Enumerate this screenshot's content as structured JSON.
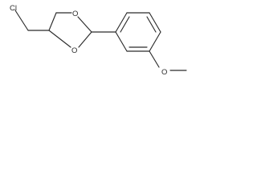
{
  "molecule": {
    "atoms": {
      "chlorine": "Cl",
      "ring_oxygen_top": "O",
      "ring_oxygen_bottom": "O",
      "methoxy_oxygen": "O"
    },
    "colors": {
      "bond": "#2b2b2b",
      "label": "#2b2b2b",
      "background": "#ffffff"
    }
  }
}
